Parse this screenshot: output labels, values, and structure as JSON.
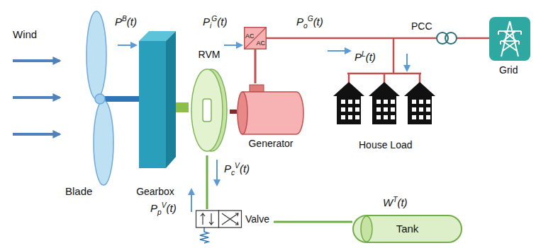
{
  "diagram": {
    "nodes": [
      {
        "text": [
          "Gearbox"
        ]
      },
      {
        "text": [
          "RVM"
        ]
      },
      {
        "text": [
          "AC",
          "AC"
        ]
      },
      {
        "text": [
          "Generator"
        ]
      },
      {
        "text": [
          "Valve"
        ]
      },
      {
        "text": [
          "Tank"
        ]
      }
    ],
    "edges": [
      {
        "from": 0,
        "to": 1,
        "arrow": "none"
      },
      {
        "from": 1,
        "to": 3,
        "arrow": "none"
      },
      {
        "from": 3,
        "to": 2,
        "arrow": "none"
      },
      {
        "from": 1,
        "to": 4,
        "arrow": "none"
      },
      {
        "from": 4,
        "to": 5,
        "arrow": "none"
      }
    ],
    "labels": [
      "Wind",
      "PB(t)",
      "PiG(t)",
      "PoG(t)",
      "PCC",
      "PL(t)",
      "Blade",
      "House Load",
      "PpV(t)",
      "PcV(t)",
      "WT(t)",
      "Grid"
    ]
  }
}
